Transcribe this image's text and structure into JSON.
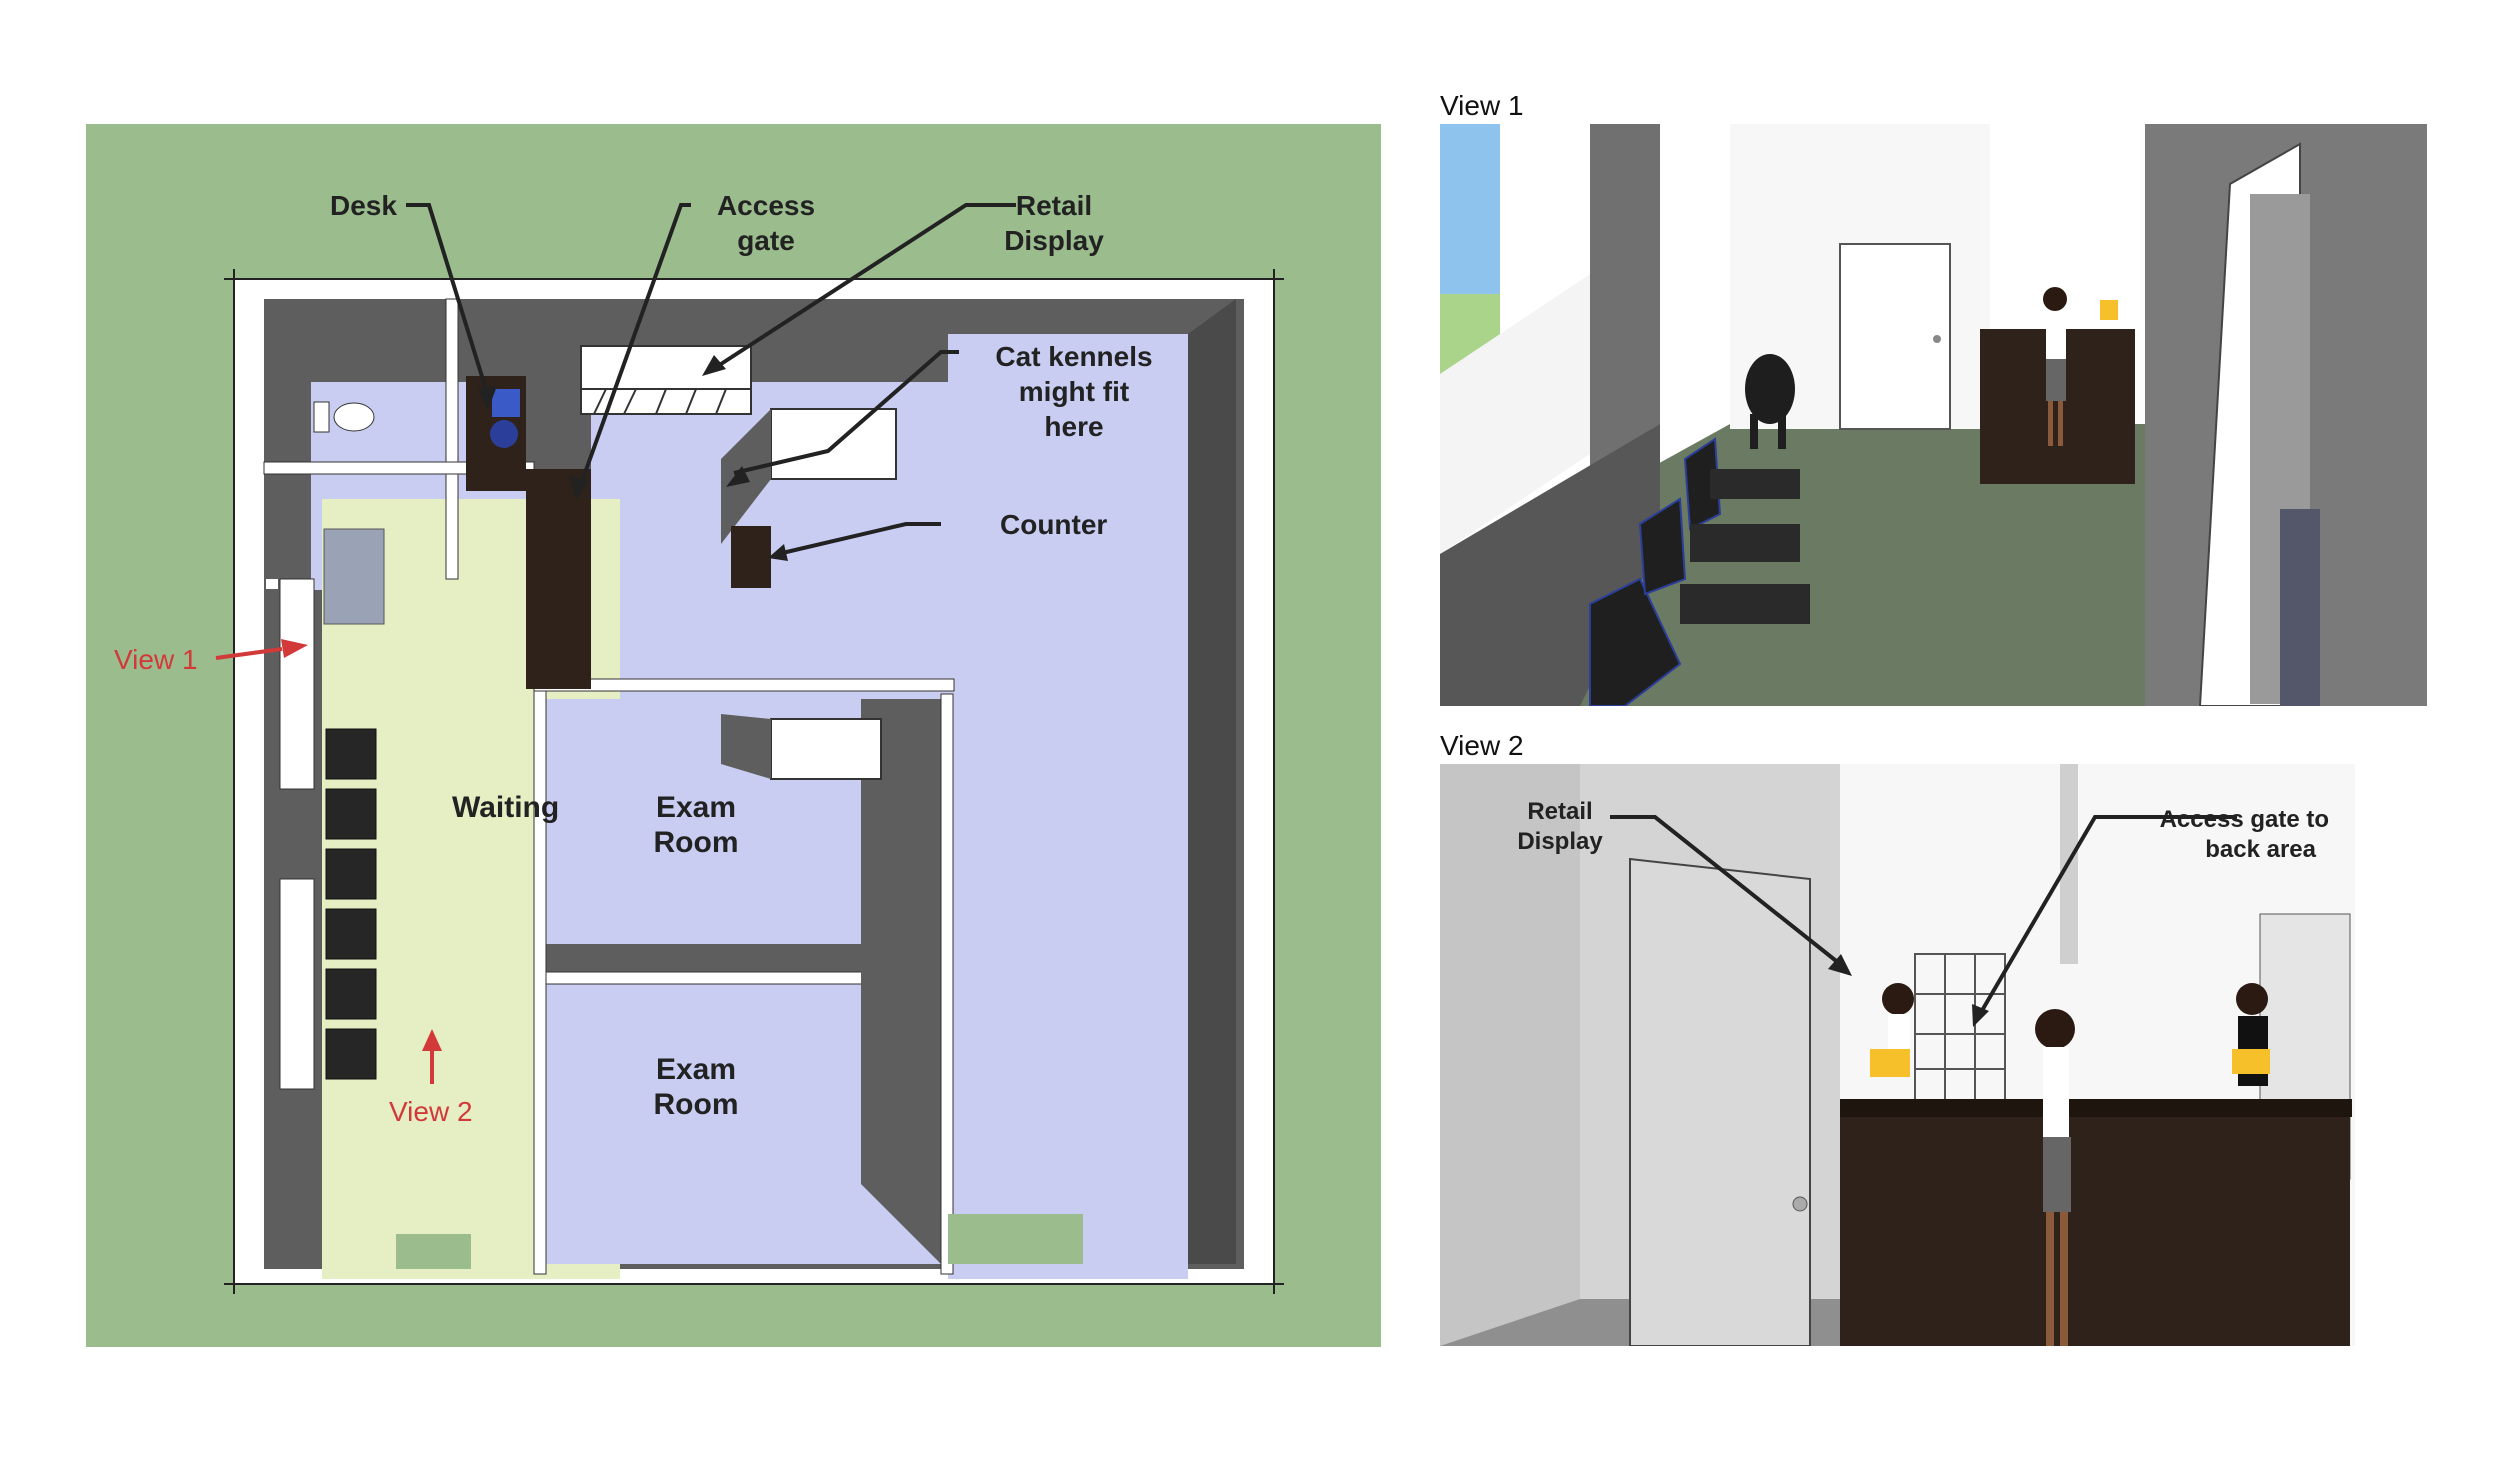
{
  "floor_plan": {
    "labels": {
      "desk": "Desk",
      "access_gate": [
        "Access",
        "gate"
      ],
      "retail_display": [
        "Retail",
        "Display"
      ],
      "cat_kennels": [
        "Cat kennels",
        "might fit",
        "here"
      ],
      "counter": "Counter",
      "waiting": "Waiting",
      "exam_room_1": [
        "Exam",
        "Room"
      ],
      "exam_room_2": [
        "Exam",
        "Room"
      ],
      "view1_marker": "View 1",
      "view2_marker": "View 2"
    }
  },
  "view1": {
    "title": "View 1"
  },
  "view2": {
    "title": "View 2",
    "labels": {
      "retail_display": [
        "Retail",
        "Display"
      ],
      "access_gate": [
        "Access gate to",
        "back area"
      ]
    }
  },
  "colors": {
    "grass": "#9bbd8e",
    "floor_lavender": "#c9cdf2",
    "waiting_floor": "#e6eec4",
    "wall_gray": "#5c5c5c",
    "annotation_red": "#d23a3a",
    "counter_brown": "#2e221a"
  }
}
